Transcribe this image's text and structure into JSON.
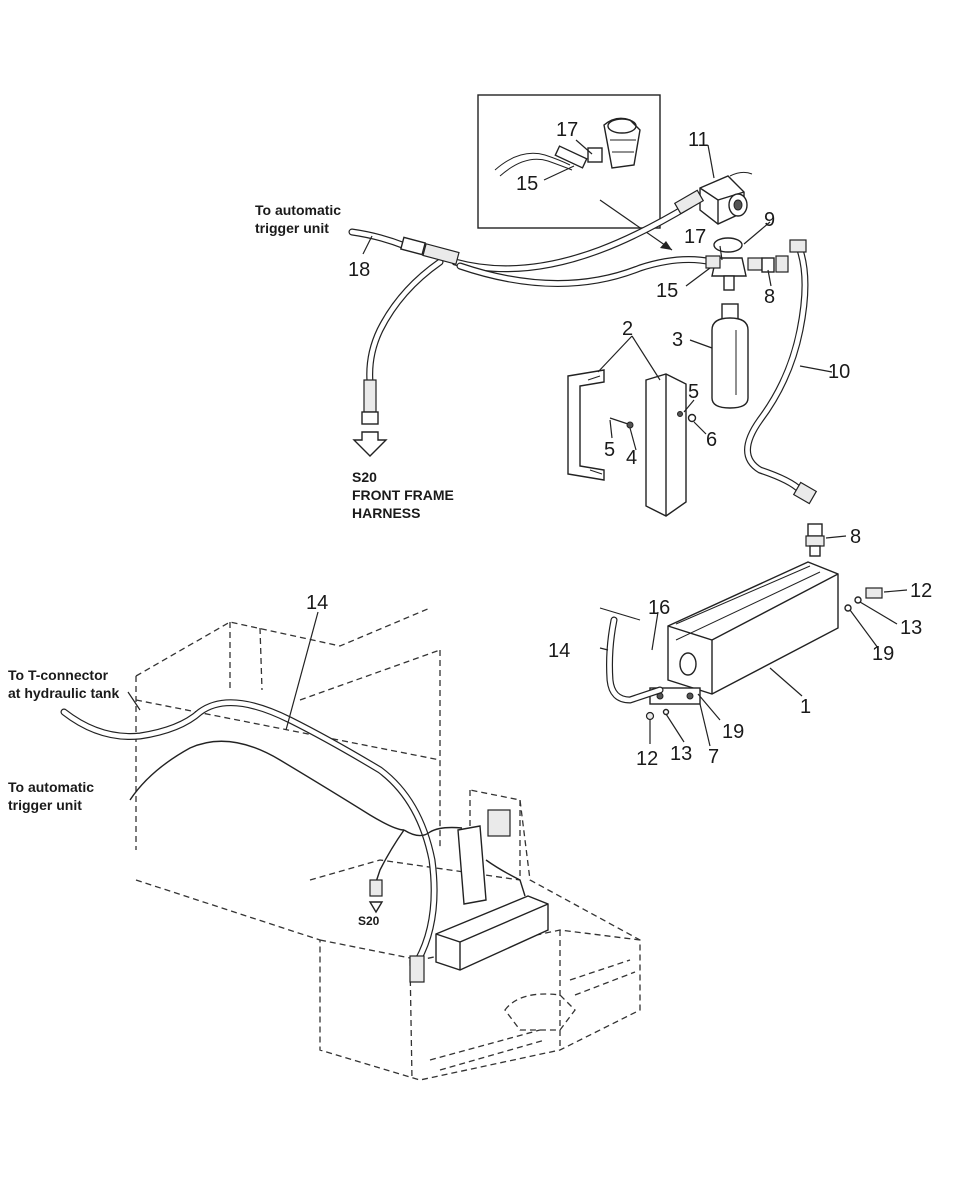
{
  "callouts": {
    "c1": "1",
    "c2": "2",
    "c3": "3",
    "c4": "4",
    "c5a": "5",
    "c5b": "5",
    "c6": "6",
    "c7": "7",
    "c8a": "8",
    "c8b": "8",
    "c9": "9",
    "c10": "10",
    "c11": "11",
    "c12a": "12",
    "c12b": "12",
    "c13a": "13",
    "c13b": "13",
    "c14a": "14",
    "c14b": "14",
    "c15a": "15",
    "c15b": "15",
    "c16": "16",
    "c17a": "17",
    "c17b": "17",
    "c18": "18",
    "c19a": "19",
    "c19b": "19",
    "s20": "S20"
  },
  "notes": {
    "trigger_top": [
      "To automatic",
      "trigger unit"
    ],
    "front_frame": [
      "S20",
      "FRONT FRAME",
      "HARNESS"
    ],
    "t_connector": [
      "To T-connector",
      "at hydraulic tank"
    ],
    "trigger_bottom": [
      "To automatic",
      "trigger unit"
    ]
  }
}
